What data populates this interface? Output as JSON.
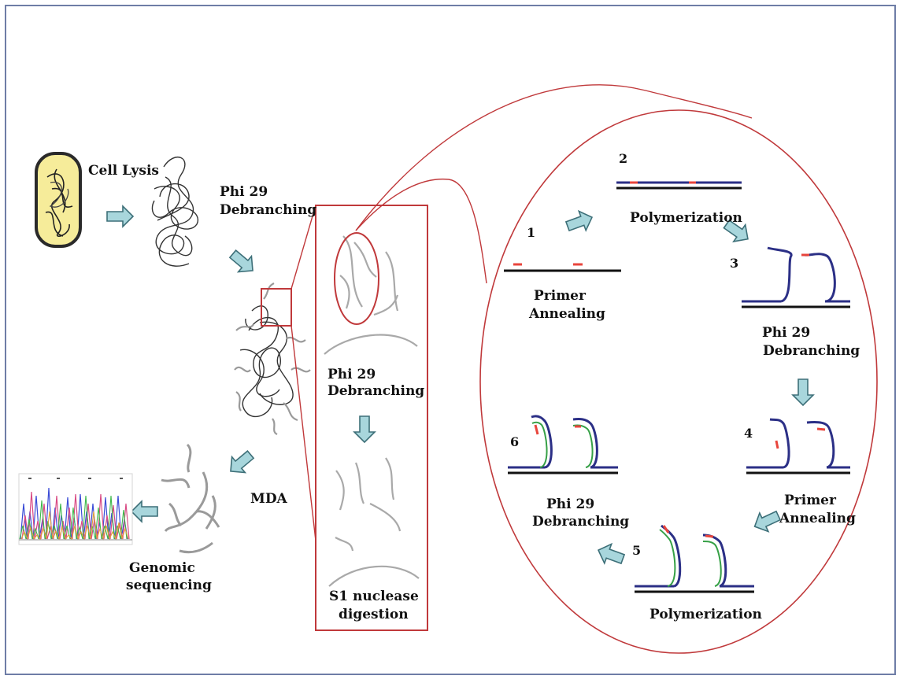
{
  "labels": {
    "cell_lysis": "Cell Lysis",
    "phi29_debranching_1_line1": "Phi 29",
    "phi29_debranching_1_line2": "Debranching",
    "phi29_debranching_2_line1": "Phi 29",
    "phi29_debranching_2_line2": "Debranching",
    "mda": "MDA",
    "genomic_line1": "Genomic",
    "genomic_line2": "sequencing",
    "s1_line1": "S1 nuclease",
    "s1_line2": "digestion"
  },
  "cycle": {
    "step1_number": "1",
    "step1_line1": "Primer",
    "step1_line2": "Annealing",
    "step2_number": "2",
    "step2_label": "Polymerization",
    "step3_number": "3",
    "step3_line1": "Phi 29",
    "step3_line2": "Debranching",
    "step4_number": "4",
    "step4_line1": "Primer",
    "step4_line2": "Annealing",
    "step5_number": "5",
    "step5_label": "Polymerization",
    "step6_number": "6",
    "step6_line1": "Phi 29",
    "step6_line2": "Debranching"
  },
  "colors": {
    "frame": "#6e7da6",
    "highlight": "#c0393b",
    "arrow_fill": "#a8d6dc",
    "arrow_stroke": "#3d6f78",
    "strand_black": "#111111",
    "strand_blue": "#2b2f86",
    "primer_red": "#e8453c",
    "new_strand_green": "#36a046",
    "cell_fill": "#f6ec9a",
    "cell_outline": "#2a2a2a"
  }
}
